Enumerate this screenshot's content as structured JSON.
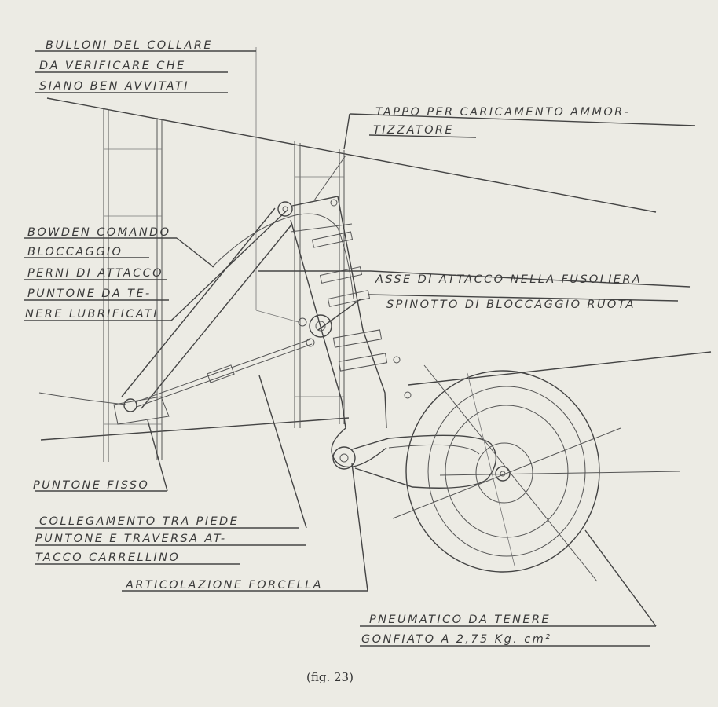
{
  "labels": {
    "bulloni_1": "BULLONI DEL COLLARE",
    "bulloni_2": "DA VERIFICARE CHE",
    "bulloni_3": "SIANO BEN AVVITATI",
    "tappo_1": "TAPPO PER CARICAMENTO AMMOR-",
    "tappo_2": "TIZZATORE",
    "bowden_1": "BOWDEN COMANDO",
    "bowden_2": "BLOCCAGGIO",
    "perni_1": "PERNI DI ATTACCO",
    "perni_2": "PUNTONE DA TE-",
    "perni_3": "NERE LUBRIFICATI",
    "asse": "ASSE DI ATTACCO NELLA FUSOLIERA",
    "spinotto": "SPINOTTO DI BLOCCAGGIO RUOTA",
    "puntone_fisso": "PUNTONE FISSO",
    "collegamento_1": "COLLEGAMENTO TRA PIEDE",
    "collegamento_2": "PUNTONE E TRAVERSA AT-",
    "collegamento_3": "TACCO CARRELLINO",
    "articolazione": "ARTICOLAZIONE FORCELLA",
    "pneumatico_1": "PNEUMATICO DA TENERE",
    "pneumatico_2": "GONFIATO A 2,75 Kg. cm²"
  },
  "caption": "(fig. 23)"
}
